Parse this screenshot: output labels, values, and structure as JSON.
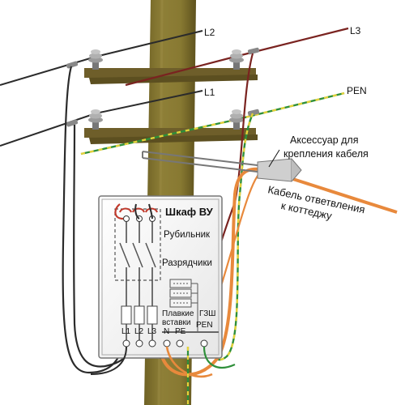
{
  "labels": {
    "line_l2": "L2",
    "line_l3": "L3",
    "line_l1": "L1",
    "line_pen": "PEN",
    "box_title": "Шкаф ВУ",
    "switch": "Рубильник",
    "arresters": "Разрядчики",
    "fuses_line1": "Плавкие",
    "fuses_line2": "вставки",
    "gzsh": "ГЗШ",
    "accessory_line1": "Аксессуар для",
    "accessory_line2": "крепления кабеля",
    "cable_line1": "Кабель ответвления",
    "cable_line2": "к коттеджу",
    "terminal_l1": "L1",
    "terminal_l2": "L2",
    "terminal_l3": "L3",
    "terminal_n": "N",
    "terminal_pe": "PE",
    "terminal_pen": "PEN"
  },
  "colors": {
    "pole": "#8a7a33",
    "pole_shadow": "#6d5f24",
    "crossarm": "#6e5e2a",
    "insulator": "#8f8f8f",
    "wire_l1": "#2b2b2b",
    "wire_l2": "#2b2b2b",
    "wire_l3": "#7a2320",
    "wire_pen": "#2f8f3a",
    "wire_pen_dash": "#e6d23a",
    "cable_branch": "#e8893c",
    "box_edge": "#777777",
    "switch_red": "#c0392b"
  }
}
